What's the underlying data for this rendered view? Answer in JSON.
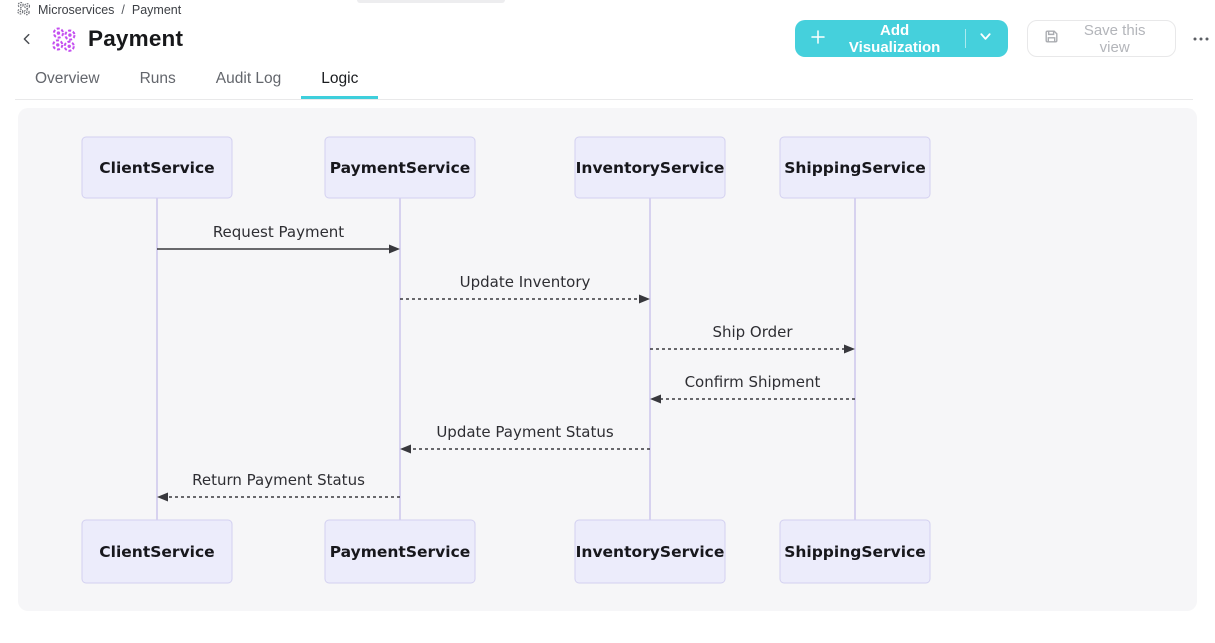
{
  "breadcrumb": {
    "icon": "microservices-cluster-icon",
    "items": [
      "Microservices",
      "Payment"
    ],
    "separator": "/"
  },
  "header": {
    "title": "Payment"
  },
  "toolbar": {
    "add_visualization_label": "Add Visualization",
    "save_view_label": "Save this view"
  },
  "tabs": [
    {
      "label": "Overview",
      "active": false
    },
    {
      "label": "Runs",
      "active": false
    },
    {
      "label": "Audit Log",
      "active": false
    },
    {
      "label": "Logic",
      "active": true
    }
  ],
  "diagram": {
    "type": "sequence",
    "actors": [
      "ClientService",
      "PaymentService",
      "InventoryService",
      "ShippingService"
    ],
    "messages": [
      {
        "from": "ClientService",
        "to": "PaymentService",
        "label": "Request Payment",
        "line": "solid"
      },
      {
        "from": "PaymentService",
        "to": "InventoryService",
        "label": "Update Inventory",
        "line": "dashed"
      },
      {
        "from": "InventoryService",
        "to": "ShippingService",
        "label": "Ship Order",
        "line": "dashed"
      },
      {
        "from": "ShippingService",
        "to": "InventoryService",
        "label": "Confirm Shipment",
        "line": "dashed"
      },
      {
        "from": "InventoryService",
        "to": "PaymentService",
        "label": "Update Payment Status",
        "line": "dashed"
      },
      {
        "from": "PaymentService",
        "to": "ClientService",
        "label": "Return Payment Status",
        "line": "dashed"
      }
    ]
  },
  "colors": {
    "accent_teal": "#45d0dc",
    "tab_underline": "#3ecfdc",
    "brand_purple": "#c44ef0",
    "actor_fill": "#ececfb",
    "actor_border": "#d3d0f0",
    "lifeline": "#d7d2ef",
    "arrow": "#38383d",
    "canvas_bg": "#f6f6f8"
  }
}
